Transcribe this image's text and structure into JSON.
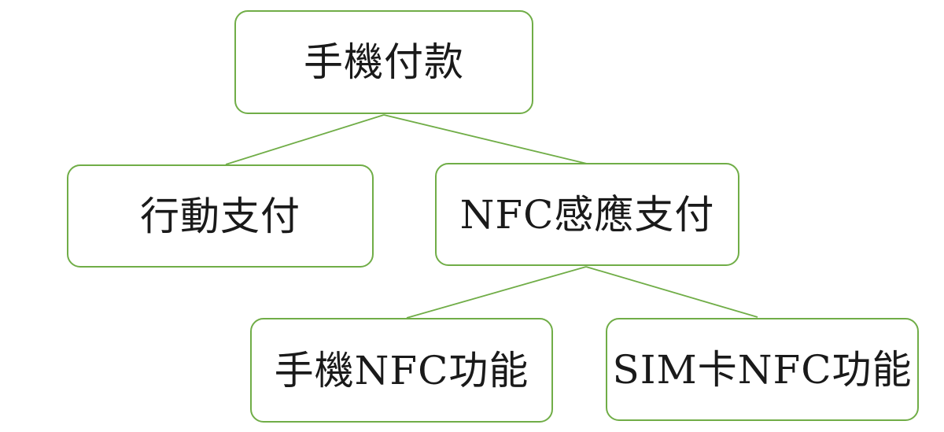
{
  "diagram": {
    "type": "hierarchy",
    "nodes": {
      "root": {
        "id": "root",
        "label": "手機付款"
      },
      "mobile_payment": {
        "id": "mobile_payment",
        "label": "行動支付"
      },
      "nfc_payment": {
        "id": "nfc_payment",
        "label": "NFC感應支付"
      },
      "phone_nfc": {
        "id": "phone_nfc",
        "label": "手機NFC功能"
      },
      "sim_nfc": {
        "id": "sim_nfc",
        "label": "SIM卡NFC功能"
      }
    },
    "edges": [
      {
        "from": "root",
        "to": "mobile_payment"
      },
      {
        "from": "root",
        "to": "nfc_payment"
      },
      {
        "from": "nfc_payment",
        "to": "phone_nfc"
      },
      {
        "from": "nfc_payment",
        "to": "sim_nfc"
      }
    ],
    "colors": {
      "border": "#70AD47",
      "connector": "#70AD47",
      "text": "#1A1A1A",
      "background": "#FFFFFF"
    }
  }
}
